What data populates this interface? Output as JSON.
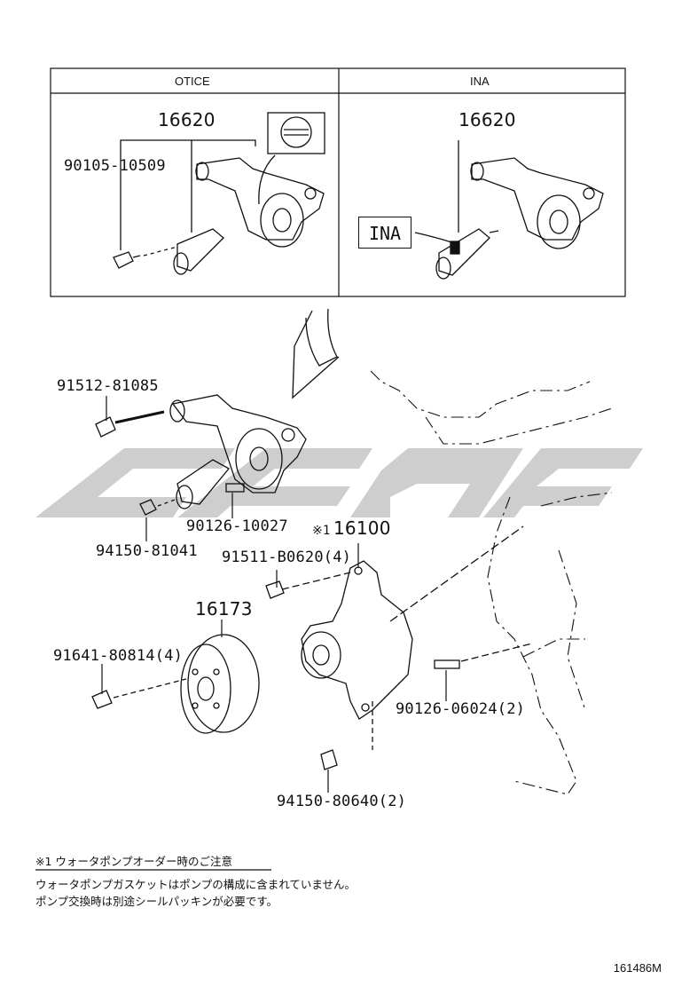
{
  "inset": {
    "left_header": "OTICE",
    "right_header": "INA",
    "left_assembly_part": "16620",
    "left_bolt_part": "90105-10509",
    "right_assembly_part": "16620",
    "ina_tag": "INA"
  },
  "parts": {
    "bolt_top": "91512-81085",
    "stud_tensioner": "90126-10027",
    "water_pump_mark": "※1",
    "water_pump": "16100",
    "nut_tensioner": "94150-81041",
    "pump_bolts": "91511-B0620(4)",
    "pulley": "16173",
    "pulley_bolts": "91641-80814(4)",
    "pump_studs": "90126-06024(2)",
    "pump_nuts": "94150-80640(2)"
  },
  "notes": {
    "title": "※1 ウォータポンプオーダー時のご注意",
    "line1": "ウォータポンプガスケットはポンプの構成に含まれていません。",
    "line2": "ポンプ交換時は別途シールパッキンが必要です。"
  },
  "figure_ref": "161486M",
  "colors": {
    "line": "#111111",
    "watermark": "#c8c8c8"
  }
}
